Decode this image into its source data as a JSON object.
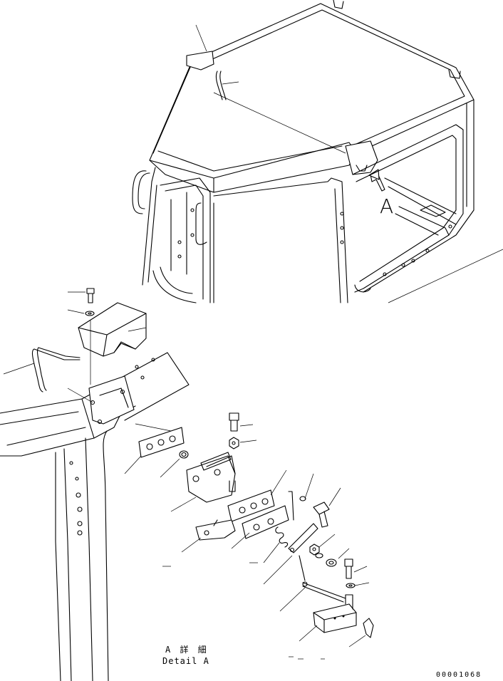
{
  "view_label": "A",
  "detail_title": "A 詳 細",
  "detail_subtitle": "Detail A",
  "drawing_number": "00001068"
}
